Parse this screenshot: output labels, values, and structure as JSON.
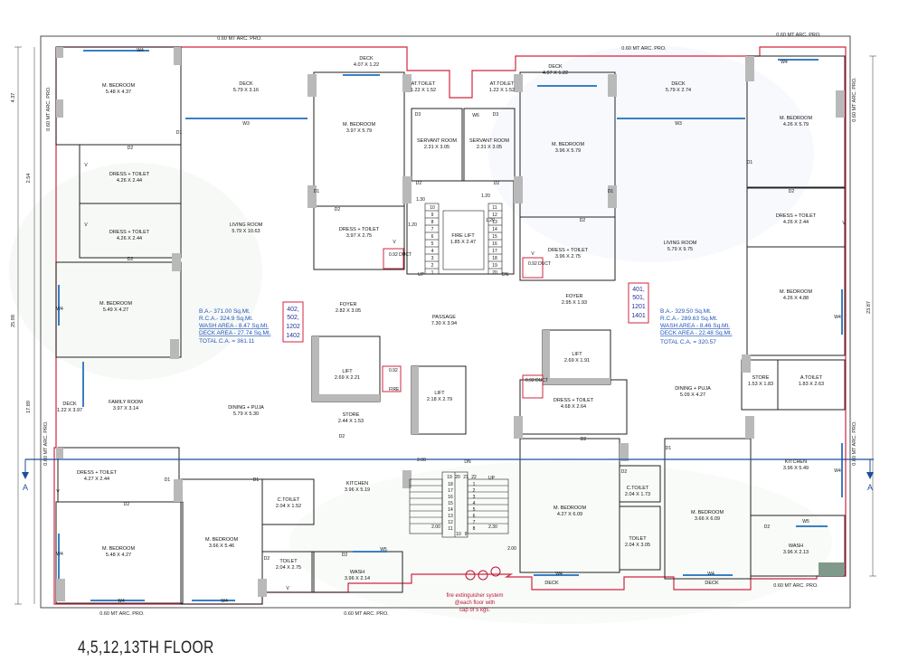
{
  "floor_title": "4,5,12,13TH FLOOR",
  "arc_pro": "0.60 MT ARC. PRO.",
  "rooms": {
    "mbed_tl": [
      "M. BEDROOM",
      "5.48 X 4.37"
    ],
    "deck_tl": [
      "DECK",
      "5.79 X 3.16"
    ],
    "deck_top_l": [
      "DECK",
      "4.07 X 1.22"
    ],
    "atoilet_l": [
      "AT.TOILET",
      "1.22 X 1.52"
    ],
    "atoilet_r": [
      "AT.TOILET",
      "1.22 X 1.52"
    ],
    "deck_top_r": [
      "DECK",
      "4.07 X 1.22"
    ],
    "deck_tr": [
      "DECK",
      "5.79 X 2.74"
    ],
    "mbed_tr": [
      "M. BEDROOM",
      "4.26 X 5.79"
    ],
    "dt_l1": [
      "DRESS + TOILET",
      "4.26 X 2.44"
    ],
    "dt_l2": [
      "DRESS + TOILET",
      "4.26 X 2.44"
    ],
    "living_l": [
      "LIVING ROOM",
      "5.79 X 10.63"
    ],
    "mbed_cl": [
      "M. BEDROOM",
      "3.97 X 5.79"
    ],
    "servant_l": [
      "SERVANT ROOM",
      "2.31 X 3.05"
    ],
    "servant_r": [
      "SERVANT ROOM",
      "2.31 X 3.05"
    ],
    "mbed_cr": [
      "M. BEDROOM",
      "3.96 X 5.79"
    ],
    "living_r": [
      "LIVING ROOM",
      "5.79 X 9.75"
    ],
    "dt_r1": [
      "DRESS + TOILET",
      "4.26 X 2.44"
    ],
    "dt_cl": [
      "DRESS + TOILET",
      "3.97 X 2.75"
    ],
    "fire_lift": [
      "FIRE LIFT",
      "1.85 X 2.47"
    ],
    "dt_cr": [
      "DRESS + TOILET",
      "3.96 X 2.75"
    ],
    "mbed_l2": [
      "M. BEDROOM",
      "5.49 X 4.27"
    ],
    "foyer_l": [
      "FOYER",
      "2.82 X 3.05"
    ],
    "passage": [
      "PASSAGE",
      "7.30 X 3.94"
    ],
    "foyer_r": [
      "FOYER",
      "2.95 X 1.93"
    ],
    "mbed_r2": [
      "M. BEDROOM",
      "4.26 X 4.88"
    ],
    "lift_l": [
      "LIFT",
      "2.69 X 2.21"
    ],
    "lift_c": [
      "LIFT",
      "2.18 X 2.79"
    ],
    "lift_r": [
      "LIFT",
      "2.69 X 1.91"
    ],
    "deck_ml": [
      "DECK",
      "1.22 X 3.97"
    ],
    "family": [
      "FAMILY ROOM",
      "3.97 X 3.14"
    ],
    "dining_l": [
      "DINING + PUJA",
      "5.79 X 5.30"
    ],
    "store_l": [
      "STORE",
      "2.44 X 1.53"
    ],
    "dt_c": [
      "DRESS + TOILET",
      "4.68 X 2.64"
    ],
    "dining_r": [
      "DINING + PUJA",
      "5.09 X 4.27"
    ],
    "store_r": [
      "STORE",
      "1.53 X 1.83"
    ],
    "atoilet_b": [
      "A.TOILET",
      "1.83 X 2.63"
    ],
    "dt_l3": [
      "DRESS + TOILET",
      "4.27 X 2.44"
    ],
    "kitchen_l": [
      "KITCHEN",
      "3.96 X 5.19"
    ],
    "kitchen_r": [
      "KITCHEN",
      "3.96 X 5.49"
    ],
    "ctoilet_l": [
      "C.TOILET",
      "2.04 X 1.52"
    ],
    "ctoilet_r": [
      "C.TOILET",
      "2.04 X 1.73"
    ],
    "mbed_bl": [
      "M. BEDROOM",
      "5.48 X 4.27"
    ],
    "mbed_bc": [
      "M. BEDROOM",
      "3.66 X 5.46"
    ],
    "toilet_l": [
      "TOILET",
      "2.04 X 2.75"
    ],
    "wash_l": [
      "WASH",
      "3.96 X 2.14"
    ],
    "mbed_bcr": [
      "M. BEDROOM",
      "4.27 X 6.09"
    ],
    "toilet_r": [
      "TOILET",
      "2.04 X 3.05"
    ],
    "mbed_br": [
      "M. BEDROOM",
      "3.66 X 6.09"
    ],
    "wash_r": [
      "WASH",
      "3.96 X 2.13"
    ],
    "deck_b1": [
      "DECK",
      ""
    ],
    "deck_b2": [
      "DECK",
      ""
    ]
  },
  "ducts": {
    "d1": "0.92 DUCT",
    "d2": "0.92 DUCT",
    "d3": "0.92",
    "d4": "0.92 DUCT",
    "fire": "FIRE"
  },
  "unit_left": {
    "numbers": [
      "402,",
      "502,",
      "1202",
      "1402"
    ],
    "ba": "B.A.- 371.00 Sq.Mt.",
    "rca": "R.C.A.- 324.9 Sq.Mt.",
    "wash": "WASH AREA - 8.47 Sq.Mt.",
    "deck": "DECK AREA - 27.74 Sq.Mt.",
    "total": "TOTAL C.A. = 361.11"
  },
  "unit_right": {
    "numbers": [
      "401,",
      "501,",
      "1201",
      "1401"
    ],
    "ba": "B.A.- 329.50 Sq.Mt.",
    "rca": "R.C.A.- 289.63 Sq.Mt.",
    "wash": "WASH AREA - 8.46 Sq.Mt.",
    "deck": "DECK AREA - 22.48 Sq.Mt.",
    "total": "TOTAL C.A. = 320.57"
  },
  "fire_note": [
    "fire extinguisher system",
    "@each floor with",
    "cap of 5 kgs."
  ],
  "section_marks": [
    "A",
    "A"
  ],
  "stair_labels": {
    "dn": "DN",
    "up": "UP"
  },
  "stair_numbers_upper": {
    "left": [
      "10",
      "9",
      "8",
      "7",
      "6",
      "5",
      "4",
      "3",
      "2",
      "1"
    ],
    "right": [
      "11",
      "12",
      "13",
      "14",
      "15",
      "16",
      "17",
      "18",
      "19",
      "20"
    ]
  },
  "stair_numbers_lower": {
    "top": [
      "19",
      "20",
      "21",
      "22"
    ],
    "left": [
      "18",
      "17",
      "16",
      "15",
      "14",
      "13",
      "12",
      "11"
    ],
    "right": [
      "1",
      "2",
      "3",
      "4",
      "5",
      "6",
      "7",
      "8"
    ],
    "bottom": [
      "10",
      "9"
    ]
  },
  "dims_left": [
    "4.37",
    "2.54",
    "25.98",
    "17.89"
  ],
  "dims_right": [
    "23.87"
  ],
  "misc_dims": [
    "1.20",
    "1.20",
    "2.00",
    "2.30",
    "2.00",
    "1.20",
    "2.00",
    "1.30"
  ],
  "door_window_tags": [
    "W4",
    "W3",
    "W6",
    "W5",
    "D1",
    "D2",
    "D3",
    "V"
  ],
  "arc_side": "0.60 MT ARC. PRO."
}
